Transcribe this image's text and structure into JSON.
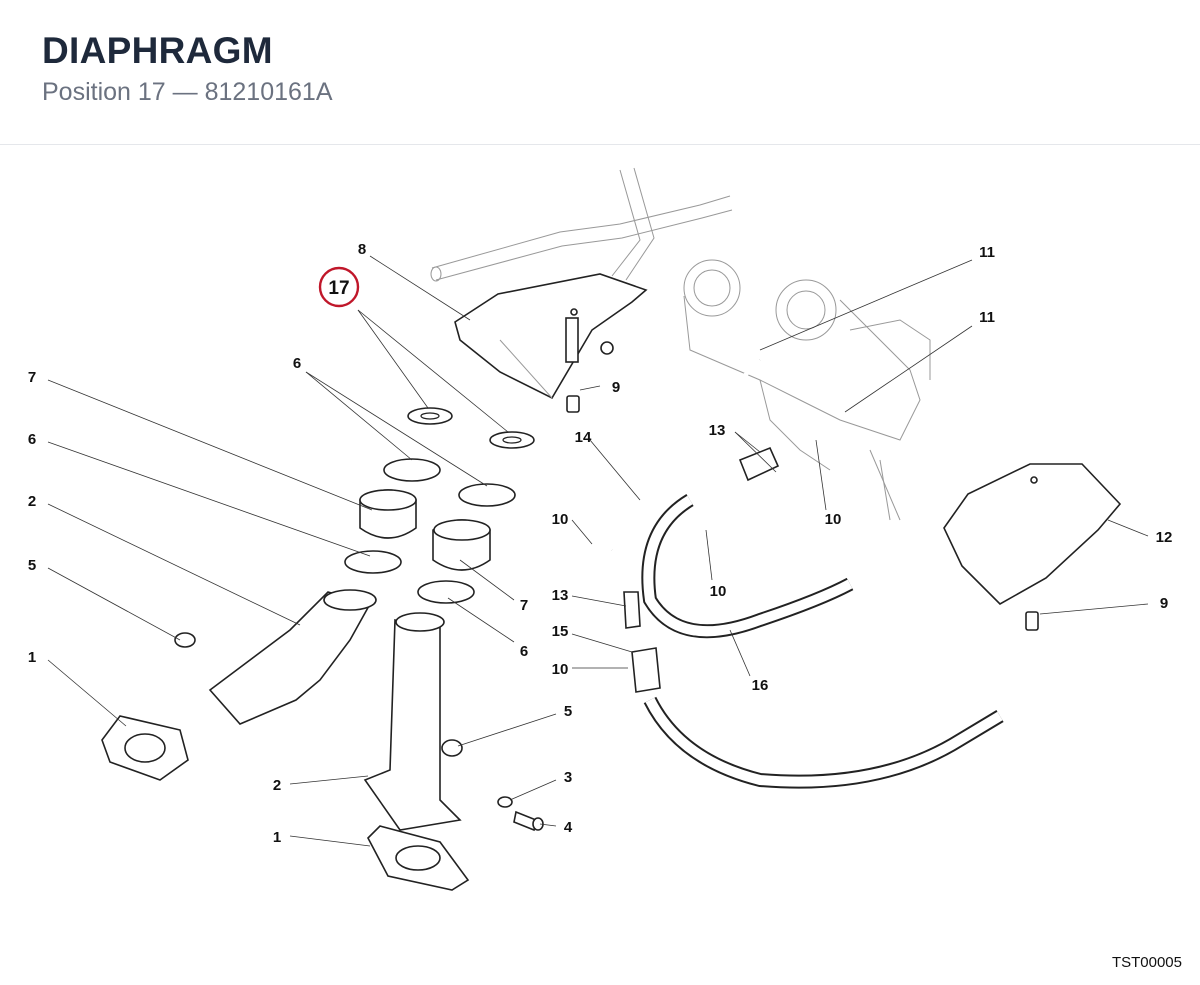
{
  "header": {
    "title": "DIAPHRAGM",
    "subtitle": "Position 17 — 81210161A"
  },
  "diagram": {
    "highlight_color": "#c0172a",
    "callouts": {
      "c17": "17",
      "c8": "8",
      "c11a": "11",
      "c11b": "11",
      "c7a": "7",
      "c6a": "6",
      "c6b": "6",
      "c2a": "2",
      "c5a": "5",
      "c1a": "1",
      "c9a": "9",
      "c14": "14",
      "c13a": "13",
      "c10a": "10",
      "c10b": "10",
      "c10c": "10",
      "c12": "12",
      "c9b": "9",
      "c13b": "13",
      "c15": "15",
      "c10d": "10",
      "c16": "16",
      "c7b": "7",
      "c6c": "6",
      "c5b": "5",
      "c3": "3",
      "c2b": "2",
      "c4": "4",
      "c1b": "1"
    }
  },
  "footer": {
    "reference": "TST00005"
  }
}
